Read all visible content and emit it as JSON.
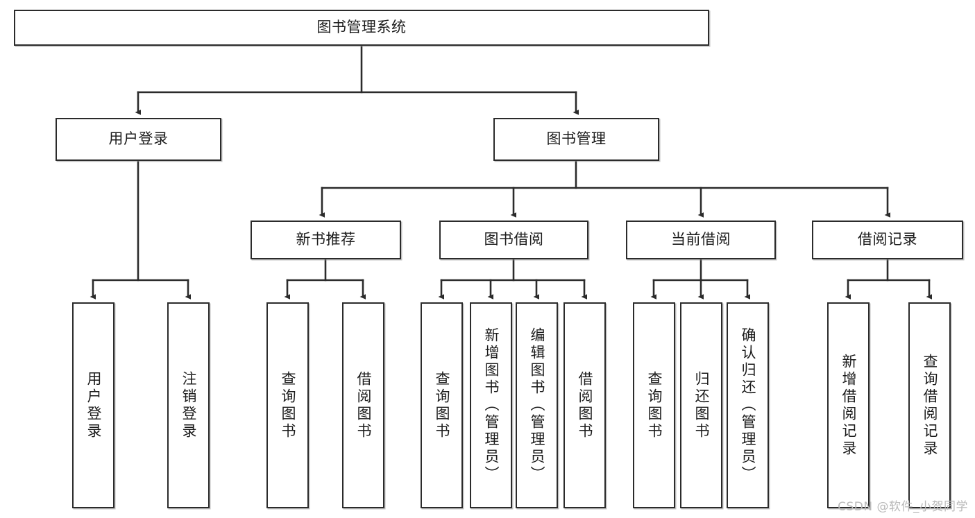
{
  "diagram": {
    "title": "图书管理系统",
    "type": "hierarchy-tree",
    "watermark": "CSDN @软件_小贺同学",
    "colors": {
      "box_border": "#2b2b2b",
      "box_fill": "#ffffff",
      "text": "#1c1c1c",
      "connector": "#2b2b2b",
      "watermark": "#b9b9b9"
    },
    "levels": {
      "root": "图书管理系统",
      "level2": [
        "用户登录",
        "图书管理"
      ],
      "level3": [
        "新书推荐",
        "图书借阅",
        "当前借阅",
        "借阅记录"
      ],
      "level4": [
        "用户登录",
        "注销登录",
        "查询图书",
        "借阅图书",
        "查询图书",
        "新增图书（管理员）",
        "编辑图书（管理员）",
        "借阅图书",
        "查询图书",
        "归还图书",
        "确认归还（管理员）",
        "新增借阅记录",
        "查询借阅记录"
      ]
    },
    "nodes": {
      "root": {
        "label": "图书管理系统"
      },
      "user_login": {
        "label": "用户登录"
      },
      "book_manage": {
        "label": "图书管理"
      },
      "new_book_rec": {
        "label": "新书推荐"
      },
      "book_borrow": {
        "label": "图书借阅"
      },
      "current_borrow": {
        "label": "当前借阅"
      },
      "borrow_record": {
        "label": "借阅记录"
      },
      "leaf_user_login": {
        "label": "用户登录"
      },
      "leaf_logout": {
        "label": "注销登录"
      },
      "leaf_query_book_1": {
        "label": "查询图书"
      },
      "leaf_borrow_book_1": {
        "label": "借阅图书"
      },
      "leaf_query_book_2": {
        "label": "查询图书"
      },
      "leaf_add_book": {
        "label": "新增图书（管理员）"
      },
      "leaf_edit_book": {
        "label": "编辑图书（管理员）"
      },
      "leaf_borrow_book_2": {
        "label": "借阅图书"
      },
      "leaf_query_book_3": {
        "label": "查询图书"
      },
      "leaf_return_book": {
        "label": "归还图书"
      },
      "leaf_confirm_return": {
        "label": "确认归还（管理员）"
      },
      "leaf_add_record": {
        "label": "新增借阅记录"
      },
      "leaf_query_record": {
        "label": "查询借阅记录"
      }
    }
  }
}
